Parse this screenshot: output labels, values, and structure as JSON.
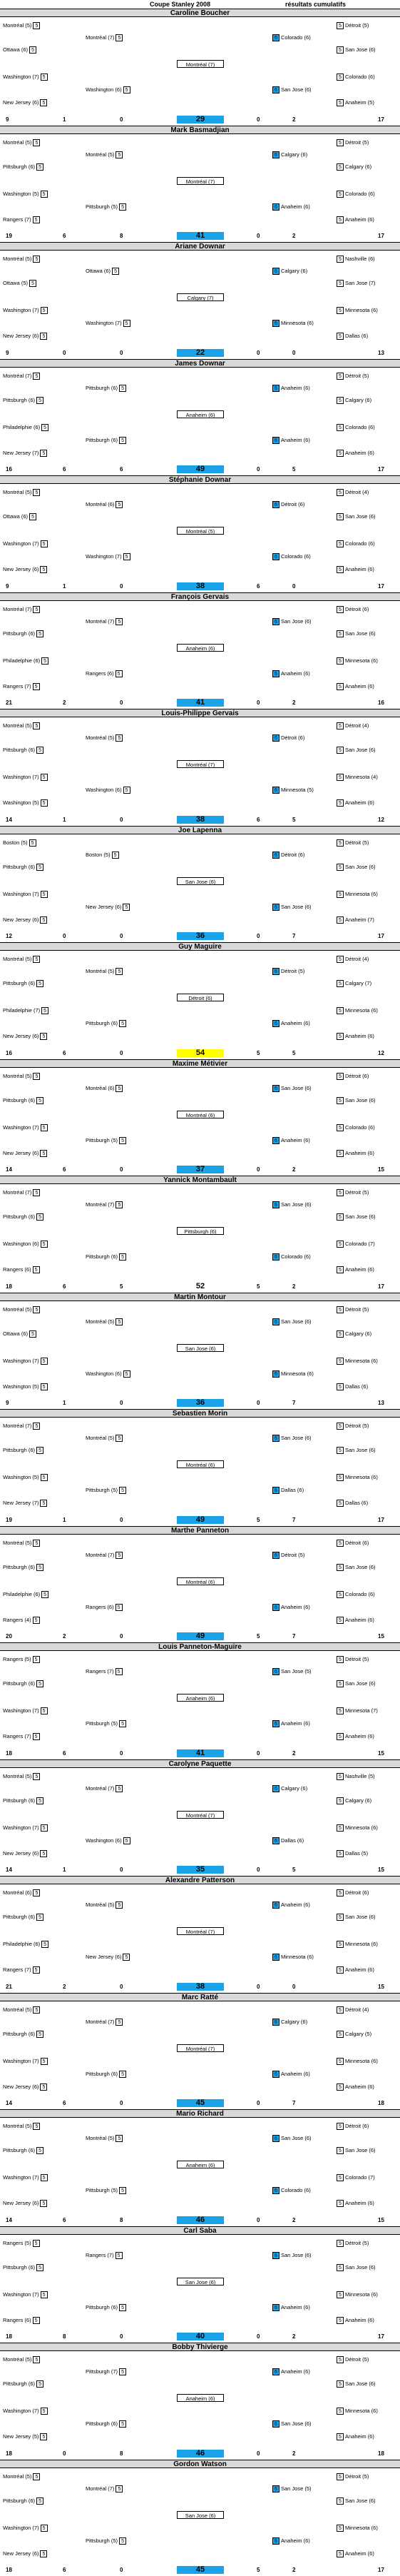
{
  "header": {
    "title": "Coupe Stanley 2008",
    "subtitle": "résultats cumulatifs"
  },
  "participants": [
    {
      "name": "Caroline Boucher",
      "score": "29",
      "score_style": "blue",
      "totals": [
        "9",
        "1",
        "0",
        "0",
        "2",
        "17"
      ]
    },
    {
      "name": "Mark Basmadjian",
      "score": "41",
      "score_style": "blue",
      "totals": [
        "19",
        "6",
        "8",
        "0",
        "2",
        "17"
      ]
    },
    {
      "name": "Ariane Downar",
      "score": "22",
      "score_style": "blue",
      "totals": [
        "9",
        "0",
        "0",
        "0",
        "0",
        "13"
      ]
    },
    {
      "name": "James Downar",
      "score": "49",
      "score_style": "blue",
      "totals": [
        "16",
        "6",
        "6",
        "0",
        "5",
        "17"
      ]
    },
    {
      "name": "Stéphanie Downar",
      "score": "38",
      "score_style": "blue",
      "totals": [
        "9",
        "1",
        "0",
        "6",
        "0",
        "17"
      ]
    },
    {
      "name": "François Gervais",
      "score": "41",
      "score_style": "blue",
      "totals": [
        "21",
        "2",
        "0",
        "0",
        "2",
        "16"
      ]
    },
    {
      "name": "Louis-Philippe Gervais",
      "score": "38",
      "score_style": "blue",
      "totals": [
        "14",
        "1",
        "0",
        "6",
        "5",
        "12"
      ]
    },
    {
      "name": "Joe Lapenna",
      "score": "36",
      "score_style": "blue",
      "totals": [
        "12",
        "0",
        "0",
        "0",
        "7",
        "17"
      ]
    },
    {
      "name": "Guy Maguire",
      "score": "54",
      "score_style": "yellow",
      "totals": [
        "16",
        "6",
        "0",
        "5",
        "5",
        "12"
      ]
    },
    {
      "name": "Maxime Métivier",
      "score": "37",
      "score_style": "blue",
      "totals": [
        "14",
        "6",
        "0",
        "0",
        "2",
        "15"
      ]
    },
    {
      "name": "Yannick Montambault",
      "score": "52",
      "score_style": "plain",
      "totals": [
        "18",
        "6",
        "5",
        "5",
        "2",
        "17"
      ]
    },
    {
      "name": "Martin Montour",
      "score": "36",
      "score_style": "blue",
      "totals": [
        "9",
        "1",
        "0",
        "0",
        "7",
        "13"
      ]
    },
    {
      "name": "Sebastien Morin",
      "score": "49",
      "score_style": "blue",
      "totals": [
        "19",
        "1",
        "0",
        "5",
        "7",
        "17"
      ]
    },
    {
      "name": "Marthe Panneton",
      "score": "49",
      "score_style": "blue",
      "totals": [
        "20",
        "2",
        "0",
        "5",
        "7",
        "15"
      ]
    },
    {
      "name": "Louis Panneton-Maguire",
      "score": "41",
      "score_style": "blue",
      "totals": [
        "18",
        "6",
        "0",
        "0",
        "2",
        "15"
      ]
    },
    {
      "name": "Carolyne Paquette",
      "score": "35",
      "score_style": "blue",
      "totals": [
        "14",
        "1",
        "0",
        "0",
        "5",
        "15"
      ]
    },
    {
      "name": "Alexandre Patterson",
      "score": "38",
      "score_style": "blue",
      "totals": [
        "21",
        "2",
        "0",
        "0",
        "0",
        "15"
      ]
    },
    {
      "name": "Marc Ratté",
      "score": "45",
      "score_style": "blue",
      "totals": [
        "14",
        "6",
        "0",
        "0",
        "7",
        "18"
      ]
    },
    {
      "name": "Mario Richard",
      "score": "46",
      "score_style": "blue",
      "totals": [
        "14",
        "6",
        "8",
        "0",
        "2",
        "15"
      ]
    },
    {
      "name": "Carl Saba",
      "score": "40",
      "score_style": "blue",
      "totals": [
        "18",
        "8",
        "0",
        "0",
        "2",
        "17"
      ]
    },
    {
      "name": "Bobby Thivierge",
      "score": "46",
      "score_style": "blue",
      "totals": [
        "18",
        "0",
        "8",
        "0",
        "2",
        "18"
      ]
    },
    {
      "name": "Gordon Watson",
      "score": "45",
      "score_style": "blue",
      "totals": [
        "18",
        "6",
        "0",
        "5",
        "2",
        "17"
      ]
    }
  ],
  "left_teams": [
    [
      "Montréal (5)",
      "Ottawa (6)",
      "Washington (7)",
      "New Jersey (6)"
    ],
    [
      "Montréal (5)",
      "Pittsburgh (6)",
      "Washington (5)",
      "Rangers (7)"
    ],
    [
      "Montréal (5)",
      "Ottawa (5)",
      "Washington (7)",
      "New Jersey (6)"
    ],
    [
      "Montréal (7)",
      "Pittsburgh (6)",
      "Philadelphie (6)",
      "New Jersey (7)"
    ],
    [
      "Montréal (5)",
      "Ottawa (6)",
      "Washington (7)",
      "New Jersey (6)"
    ],
    [
      "Montréal (7)",
      "Pittsburgh (6)",
      "Philadelphie (6)",
      "Rangers (7)"
    ],
    [
      "Montréal (5)",
      "Pittsburgh (6)",
      "Washington (7)",
      "Washington (5)"
    ],
    [
      "Boston (5)",
      "Pittsburgh (6)",
      "Washington (7)",
      "New Jersey (6)"
    ],
    [
      "Montréal (5)",
      "Pittsburgh (6)",
      "Philadelphie (7)",
      "New Jersey (6)"
    ],
    [
      "Montréal (5)",
      "Pittsburgh (6)",
      "Washington (7)",
      "New Jersey (6)"
    ],
    [
      "Montréal (7)",
      "Pittsburgh (6)",
      "Washington (6)",
      "Rangers (6)"
    ],
    [
      "Montréal (5)",
      "Ottawa (6)",
      "Washington (7)",
      "Washington (5)"
    ],
    [
      "Montréal (7)",
      "Pittsburgh (6)",
      "Washington (5)",
      "New Jersey (7)"
    ],
    [
      "Montréal (5)",
      "Pittsburgh (6)",
      "Philadelphie (6)",
      "Rangers (4)"
    ],
    [
      "Rangers (5)",
      "Pittsburgh (6)",
      "Washington (7)",
      "Rangers (7)"
    ],
    [
      "Montréal (5)",
      "Pittsburgh (6)",
      "Washington (7)",
      "New Jersey (6)"
    ],
    [
      "Montréal (6)",
      "Pittsburgh (6)",
      "Philadelphie (6)",
      "Rangers (7)"
    ],
    [
      "Montréal (5)",
      "Pittsburgh (6)",
      "Washington (7)",
      "New Jersey (6)"
    ],
    [
      "Montréal (5)",
      "Pittsburgh (6)",
      "Washington (7)",
      "New Jersey (6)"
    ],
    [
      "Rangers (5)",
      "Pittsburgh (6)",
      "Washington (7)",
      "Rangers (6)"
    ],
    [
      "Montréal (5)",
      "Pittsburgh (6)",
      "Washington (7)",
      "New Jersey (5)"
    ],
    [
      "Montréal (5)",
      "Pittsburgh (6)",
      "Washington (7)",
      "New Jersey (6)"
    ]
  ],
  "right_teams": [
    [
      "Détroit (5)",
      "San Jose (6)",
      "Colorado (6)",
      "Anaheim (5)"
    ],
    [
      "Détroit (5)",
      "Calgary (6)",
      "Colorado (6)",
      "Anaheim (6)"
    ],
    [
      "Nashville (6)",
      "San Jose (7)",
      "Minnesota (6)",
      "Dallas (6)"
    ],
    [
      "Détroit (5)",
      "Calgary (6)",
      "Colorado (6)",
      "Anaheim (6)"
    ],
    [
      "Détroit (4)",
      "San Jose (6)",
      "Colorado (6)",
      "Anaheim (6)"
    ],
    [
      "Détroit (6)",
      "San Jose (6)",
      "Minnesota (6)",
      "Anaheim (6)"
    ],
    [
      "Détroit (4)",
      "San Jose (6)",
      "Minnesota (4)",
      "Anaheim (6)"
    ],
    [
      "Détroit (5)",
      "San Jose (6)",
      "Minnesota (6)",
      "Anaheim (7)"
    ],
    [
      "Détroit (4)",
      "Calgary (7)",
      "Minnesota (6)",
      "Anaheim (6)"
    ],
    [
      "Détroit (6)",
      "San Jose (6)",
      "Colorado (6)",
      "Anaheim (6)"
    ],
    [
      "Détroit (5)",
      "San Jose (6)",
      "Colorado (7)",
      "Anaheim (6)"
    ],
    [
      "Détroit (5)",
      "Calgary (6)",
      "Minnesota (6)",
      "Dallas (6)"
    ],
    [
      "Détroit (5)",
      "San Jose (6)",
      "Minnesota (6)",
      "Dallas (6)"
    ],
    [
      "Détroit (6)",
      "San Jose (6)",
      "Colorado (6)",
      "Anaheim (6)"
    ],
    [
      "Détroit (5)",
      "San Jose (6)",
      "Minnesota (7)",
      "Anaheim (6)"
    ],
    [
      "Nashville (5)",
      "Calgary (6)",
      "Minnesota (6)",
      "Dallas (5)"
    ],
    [
      "Détroit (6)",
      "San Jose (6)",
      "Minnesota (6)",
      "Anaheim (6)"
    ],
    [
      "Détroit (4)",
      "Calgary (5)",
      "Minnesota (6)",
      "Anaheim (6)"
    ],
    [
      "Détroit (6)",
      "San Jose (6)",
      "Colorado (7)",
      "Anaheim (6)"
    ],
    [
      "Détroit (5)",
      "San Jose (6)",
      "Minnesota (6)",
      "Anaheim (6)"
    ],
    [
      "Détroit (5)",
      "San Jose (6)",
      "Minnesota (6)",
      "Anaheim (6)"
    ],
    [
      "Détroit (5)",
      "San Jose (6)",
      "Minnesota (6)",
      "Anaheim (6)"
    ]
  ],
  "left_boxes": [
    "5",
    "5",
    "5",
    "5"
  ],
  "right_boxes": [
    "5",
    "5",
    "5",
    "5"
  ],
  "mid_left": [
    [
      "Montréal (7)",
      "Washington (6)"
    ],
    [
      "Montréal (5)",
      "Pittsburgh (5)"
    ],
    [
      "Ottawa (6)",
      "Washington (7)"
    ],
    [
      "Pittsburgh (6)",
      "Pittsburgh (6)"
    ],
    [
      "Montréal (6)",
      "Washington (7)"
    ],
    [
      "Montréal (7)",
      "Rangers (6)"
    ],
    [
      "Montréal (5)",
      "Washington (6)"
    ],
    [
      "Boston (5)",
      "New Jersey (6)"
    ],
    [
      "Montréal (5)",
      "Pittsburgh (6)"
    ],
    [
      "Montréal (6)",
      "Pittsburgh (5)"
    ],
    [
      "Montréal (7)",
      "Pittsburgh (6)"
    ],
    [
      "Montréal (5)",
      "Washington (6)"
    ],
    [
      "Montréal (5)",
      "Pittsburgh (5)"
    ],
    [
      "Montréal (7)",
      "Rangers (6)"
    ],
    [
      "Rangers (7)",
      "Pittsburgh (5)"
    ],
    [
      "Montréal (7)",
      "Washington (6)"
    ],
    [
      "Montréal (5)",
      "New Jersey (6)"
    ],
    [
      "Montréal (7)",
      "Pittsburgh (6)"
    ],
    [
      "Montréal (5)",
      "Pittsburgh (5)"
    ],
    [
      "Rangers (7)",
      "Pittsburgh (6)"
    ],
    [
      "Pittsburgh (7)",
      "Pittsburgh (6)"
    ],
    [
      "Montréal (7)",
      "Pittsburgh (5)"
    ]
  ],
  "mid_right": [
    [
      "Colorado (6)",
      "San Jose (6)"
    ],
    [
      "Calgary (6)",
      "Anaheim (6)"
    ],
    [
      "Calgary (6)",
      "Minnesota (6)"
    ],
    [
      "Anaheim (6)",
      "Anaheim (6)"
    ],
    [
      "Détroit (6)",
      "Colorado (6)"
    ],
    [
      "San Jose (6)",
      "Anaheim (6)"
    ],
    [
      "Détroit (6)",
      "Minnesota (5)"
    ],
    [
      "Détroit (6)",
      "San Jose (6)"
    ],
    [
      "Détroit (5)",
      "Anaheim (6)"
    ],
    [
      "San Jose (6)",
      "Anaheim (6)"
    ],
    [
      "San Jose (6)",
      "Colorado (6)"
    ],
    [
      "San Jose (6)",
      "Minnesota (6)"
    ],
    [
      "San Jose (6)",
      "Dallas (6)"
    ],
    [
      "Détroit (5)",
      "Anaheim (6)"
    ],
    [
      "San Jose (5)",
      "Anaheim (6)"
    ],
    [
      "Calgary (6)",
      "Dallas (6)"
    ],
    [
      "Anaheim (6)",
      "Minnesota (6)"
    ],
    [
      "Calgary (6)",
      "Anaheim (6)"
    ],
    [
      "San Jose (6)",
      "Colorado (6)"
    ],
    [
      "San Jose (6)",
      "Anaheim (6)"
    ],
    [
      "Anaheim (6)",
      "San Jose (6)"
    ],
    [
      "San Jose (5)",
      "Anaheim (6)"
    ]
  ],
  "finals": [
    "Montréal (7)",
    "Montréal (7)",
    "Calgary (7)",
    "Anaheim (6)",
    "Montréal (5)",
    "Anaheim (6)",
    "Montréal (7)",
    "San Jose (6)",
    "Détroit (6)",
    "Montréal (6)",
    "Pittsburgh (6)",
    "San Jose (6)",
    "Montréal (6)",
    "Montréal (6)",
    "Anaheim (6)",
    "Montréal (7)",
    "Montréal (7)",
    "Montréal (7)",
    "Anaheim (6)",
    "San Jose (6)",
    "Anaheim (6)",
    "San Jose (6)"
  ]
}
